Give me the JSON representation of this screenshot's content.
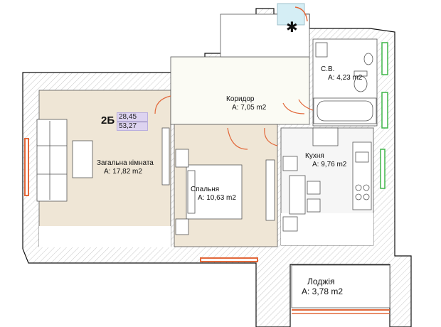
{
  "apartment": {
    "code": "2Б",
    "area_total": "28,45",
    "area_second": "53,27"
  },
  "rooms": {
    "living": {
      "name": "Загальна кімната",
      "area": "A: 17,82 m2"
    },
    "bedroom": {
      "name": "Спальня",
      "area": "A: 10,63 m2"
    },
    "corridor": {
      "name": "Коридор",
      "area": "A: 7,05 m2"
    },
    "bathroom": {
      "name": "С.В.",
      "area": "A: 4,23 m2"
    },
    "kitchen": {
      "name": "Кухня",
      "area": "A: 9,76 m2"
    },
    "loggia": {
      "name": "Лоджія",
      "area": "A: 3,78 m2"
    }
  },
  "colors": {
    "wall": "#ffffff",
    "wall_outline": "#111111",
    "hatch": "#cfcfcf",
    "living_fill": "#efe6d6",
    "bedroom_fill": "#efe6d6",
    "corridor_fill": "#fbfbf4",
    "kitchen_fill": "#f6f6f6",
    "bath_fill": "#ffffff",
    "window": "#e2683a",
    "green": "#3fb548",
    "shaft": "#d5eef5"
  },
  "icons": {
    "shaft": "asterisk-icon"
  }
}
